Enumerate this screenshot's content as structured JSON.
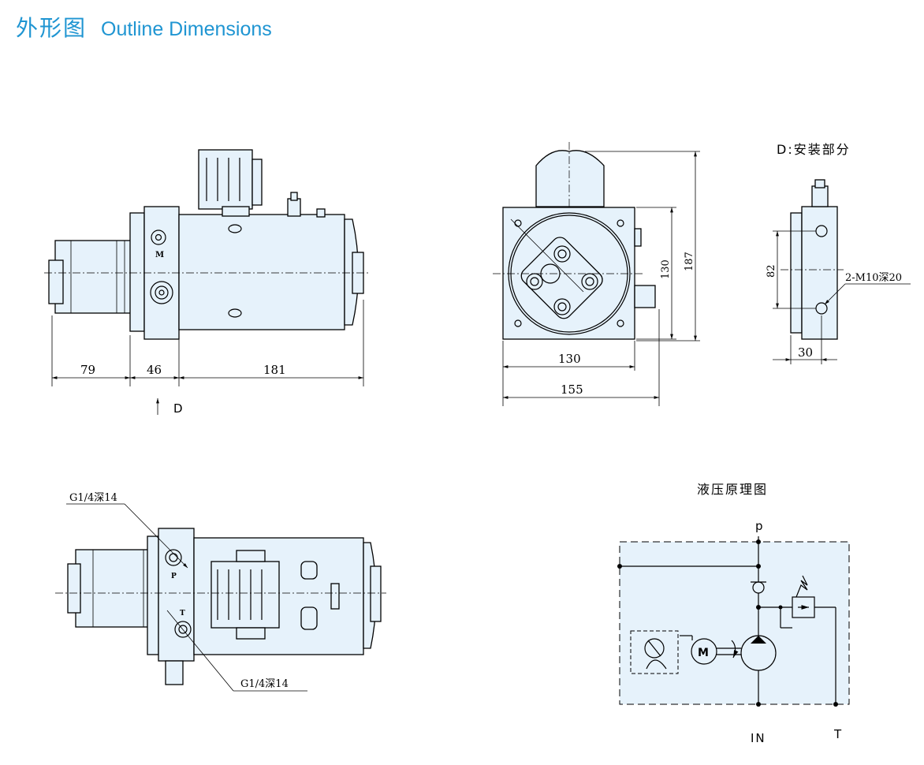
{
  "title": {
    "cn": "外形图",
    "en": "Outline Dimensions"
  },
  "side_view": {
    "dims": [
      "79",
      "46",
      "181"
    ],
    "view_marker": "D",
    "port_label": "M"
  },
  "front_view": {
    "dims": [
      "130",
      "155",
      "130",
      "187"
    ]
  },
  "mount_view": {
    "title": "D:安装部分",
    "dims": [
      "82",
      "30"
    ],
    "thread_note": "2-M10深20"
  },
  "top_view": {
    "port_note_p": "G1/4深14",
    "port_note_t": "G1/4深14",
    "port_p": "P",
    "port_t": "T"
  },
  "schematic": {
    "title": "液压原理图",
    "port_top": "p",
    "port_in": "IN",
    "port_t": "T",
    "motor": "M"
  }
}
